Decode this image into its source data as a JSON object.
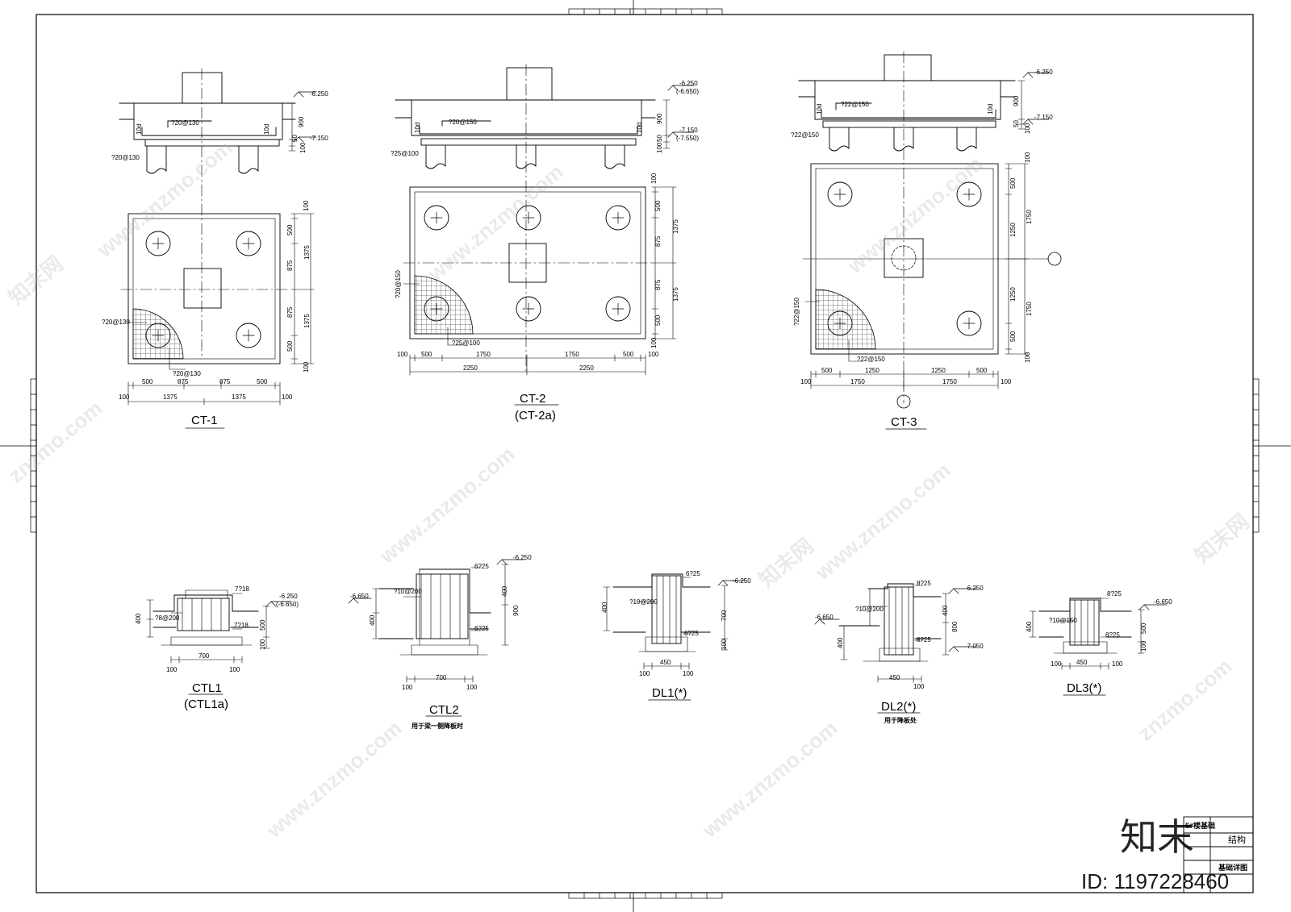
{
  "watermark": {
    "site": "www.znzmo.com",
    "site_short": "znzmo.com",
    "cn": "知末网",
    "logo": "知末",
    "id_text": "ID: 1197228460"
  },
  "title_block": {
    "project": "5#楼基础",
    "discipline": "结构",
    "drawing": "基础详图"
  },
  "ct1": {
    "name": "CT-1",
    "top_elev": "-6.250",
    "bot_elev": "-7.150",
    "dim_h": "900",
    "dim_50": "50",
    "dim_100": "100",
    "dim_10d": "10d",
    "rebar_top": "?20@130",
    "rebar_bot": "?20@130",
    "rebar_plan_a": "?20@130",
    "rebar_plan_b": "?20@130",
    "dims_bottom_1": [
      "500",
      "875",
      "875",
      "500"
    ],
    "dims_bottom_2": [
      "100",
      "1375",
      "1375",
      "100"
    ],
    "dims_right_1": [
      "100",
      "500",
      "875",
      "875",
      "500",
      "100"
    ],
    "dims_right_2": [
      "1375",
      "1375"
    ]
  },
  "ct2": {
    "name": "CT-2",
    "name_alt": "(CT-2a)",
    "top_elev": "-6.250",
    "top_elev_b": "(-6.650)",
    "bot_elev": "-7.150",
    "bot_elev_b": "(-7.550)",
    "dim_h": "900",
    "dim_50": "50",
    "dim_100": "100",
    "dim_10d": "10d",
    "rebar_top": "?20@150",
    "rebar_bot": "?25@100",
    "rebar_plan_a": "?20@150",
    "rebar_plan_b": "?25@100",
    "dims_bottom_1": [
      "100",
      "500",
      "1750",
      "1750",
      "500",
      "100"
    ],
    "dims_bottom_2": [
      "2250",
      "2250"
    ],
    "dims_right_1": [
      "100",
      "500",
      "875",
      "875",
      "500",
      "100"
    ],
    "dims_right_2": [
      "1375",
      "1375"
    ]
  },
  "ct3": {
    "name": "CT-3",
    "top_elev": "-6.250",
    "bot_elev": "-7.150",
    "dim_h": "900",
    "dim_50": "50",
    "dim_100": "100",
    "dim_10d": "10d",
    "rebar_top": "?22@150",
    "rebar_bot": "?22@150",
    "rebar_plan_a": "?22@150",
    "rebar_plan_b": "?22@150",
    "dims_bottom_1": [
      "500",
      "1250",
      "1250",
      "500"
    ],
    "dims_bottom_2": [
      "100",
      "1750",
      "1750",
      "100"
    ],
    "dims_right_1": [
      "100",
      "500",
      "1250",
      "1250",
      "500",
      "100"
    ],
    "dims_right_2": [
      "1750",
      "1750"
    ]
  },
  "ctl1": {
    "name": "CTL1",
    "name_alt": "(CTL1a)",
    "elev": "-6.250",
    "elev_b": "(-6.650)",
    "rebar_top": "7?18",
    "rebar_bot": "7?18",
    "stirrup": "?8@200",
    "dim_w": "700",
    "dim_l": "100",
    "dim_r": "100",
    "dim_400": "400",
    "dim_500": "500",
    "dim_100": "100"
  },
  "ctl2": {
    "name": "CTL2",
    "note": "用于梁一侧降板时",
    "elev_a": "-6.250",
    "elev_b": "-6.650",
    "rebar_top": "6?25",
    "rebar_bot": "6?25",
    "stirrup": "?10@200",
    "dim_w": "700",
    "dim_l": "100",
    "dim_r": "100",
    "dim_400a": "400",
    "dim_400b": "400",
    "dim_900": "900"
  },
  "dl1": {
    "name": "DL1(*)",
    "elev": "-6.250",
    "rebar_top": "6?25",
    "rebar_bot": "6?25",
    "stirrup": "?10@200",
    "dim_w": "450",
    "dim_l": "100",
    "dim_r": "100",
    "dim_400": "400",
    "dim_700": "700",
    "dim_100": "100"
  },
  "dl2": {
    "name": "DL2(*)",
    "note": "用于降板处",
    "elev_a": "-6.250",
    "elev_b": "-6.650",
    "elev_c": "-7.050",
    "rebar_top": "8?25",
    "rebar_bot": "8?25",
    "stirrup": "?10@200",
    "dim_w": "450",
    "dim_r": "100",
    "dim_400a": "400",
    "dim_400b": "400",
    "dim_800": "800"
  },
  "dl3": {
    "name": "DL3(*)",
    "elev": "-6.650",
    "rebar_top": "8?25",
    "rebar_bot": "8?25",
    "stirrup": "?10@150",
    "dim_w": "450",
    "dim_l": "100",
    "dim_r": "100",
    "dim_400": "400",
    "dim_500": "500",
    "dim_100": "100"
  }
}
